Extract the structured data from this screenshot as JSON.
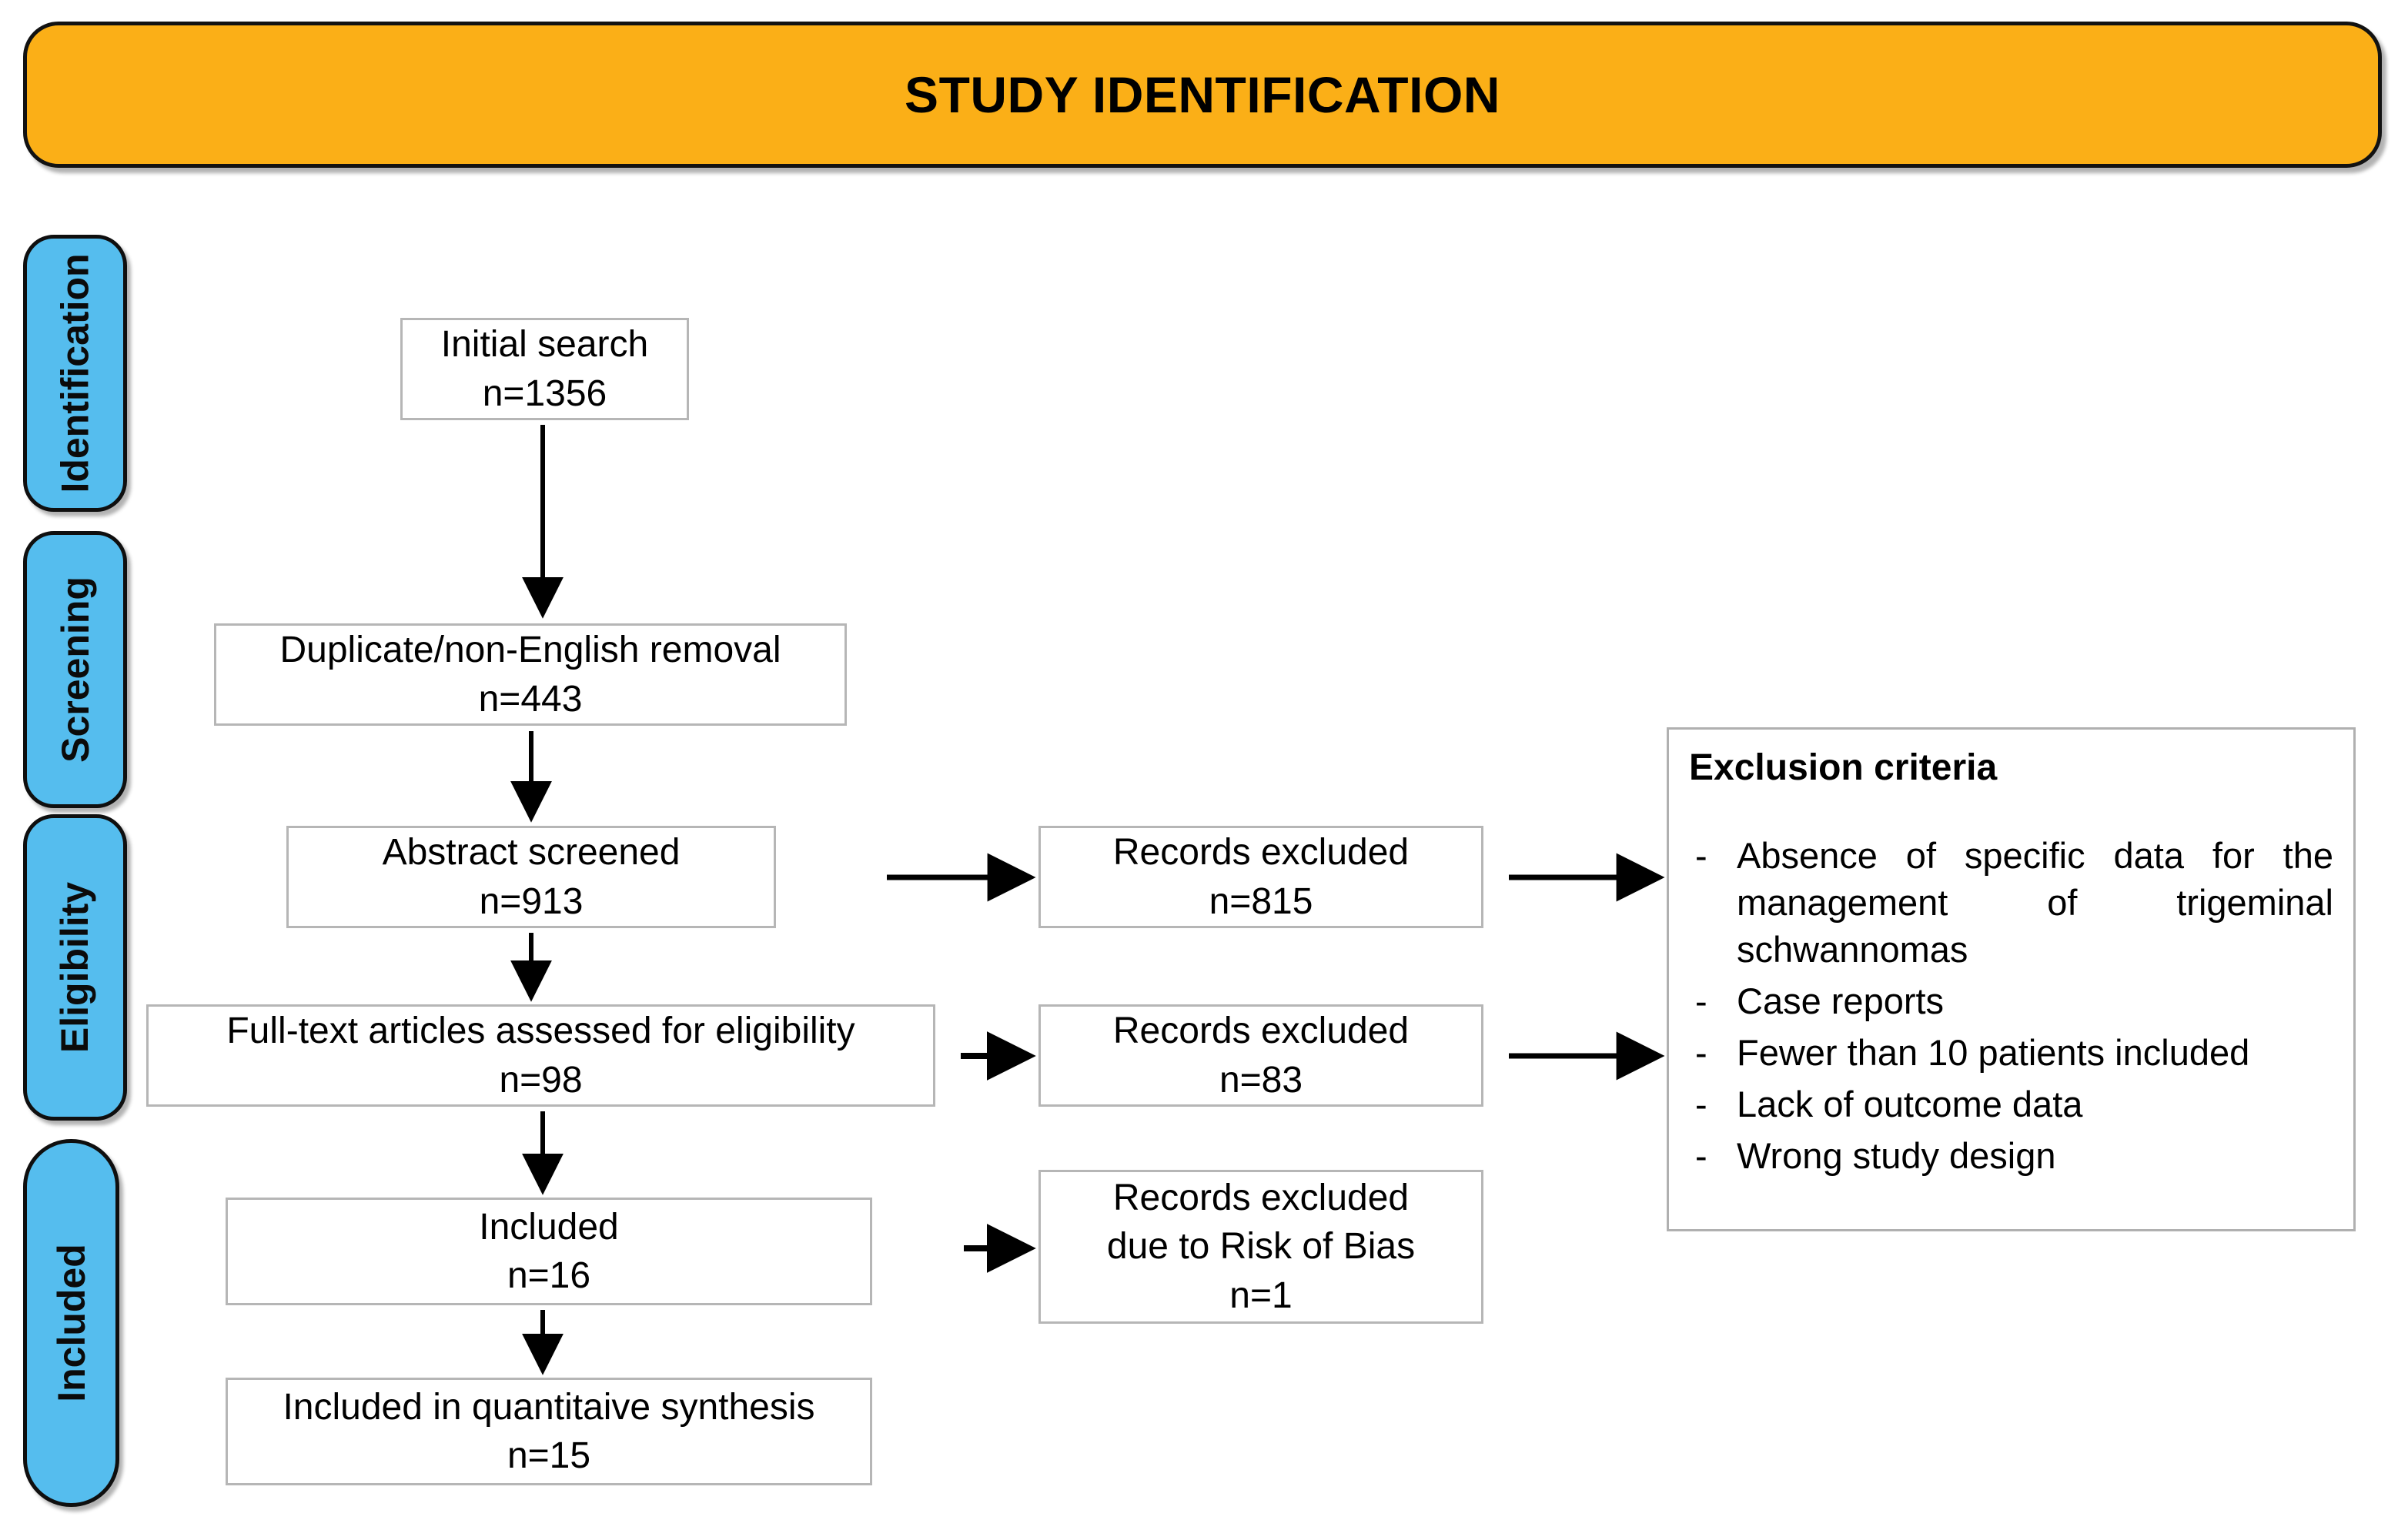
{
  "header": {
    "title": "STUDY IDENTIFICATION",
    "background_color": "#FBAF17",
    "text_color": "#000000"
  },
  "stages": [
    {
      "label": "Identification"
    },
    {
      "label": "Screening"
    },
    {
      "label": "Eligibility"
    },
    {
      "label": "Included"
    }
  ],
  "stage_color": "#55BDEE",
  "flow": {
    "initial_search": {
      "line1": "Initial search",
      "line2": "n=1356"
    },
    "duplicate_removal": {
      "line1": "Duplicate/non-English removal",
      "line2": "n=443"
    },
    "abstract_screened": {
      "line1": "Abstract screened",
      "line2": "n=913"
    },
    "fulltext_assessed": {
      "line1": "Full-text articles assessed for eligibility",
      "line2": "n=98"
    },
    "included": {
      "line1": "Included",
      "line2": "n=16"
    },
    "quantitative_synthesis": {
      "line1": "Included in quantitaive synthesis",
      "line2": "n=15"
    }
  },
  "excluded": {
    "abstract_stage": {
      "line1": "Records excluded",
      "line2": "n=815"
    },
    "fulltext_stage": {
      "line1": "Records excluded",
      "line2": "n=83"
    },
    "risk_of_bias": {
      "line1": "Records excluded",
      "line2": "due to Risk of Bias",
      "line3": "n=1"
    }
  },
  "criteria": {
    "title": "Exclusion criteria",
    "bullet_marker": "-",
    "items": [
      "Absence of specific data for the management of trigeminal schwannomas",
      "Case reports",
      "Fewer than 10 patients included",
      "Lack of outcome data",
      "Wrong study design"
    ]
  },
  "chart_data": {
    "type": "diagram",
    "title": "STUDY IDENTIFICATION",
    "diagram_kind": "PRISMA flow diagram",
    "stages": [
      "Identification",
      "Screening",
      "Eligibility",
      "Included"
    ],
    "nodes": [
      {
        "id": "initial_search",
        "stage": "Identification",
        "label": "Initial search",
        "n": 1356
      },
      {
        "id": "duplicate_removal",
        "stage": "Screening",
        "label": "Duplicate/non-English removal",
        "n": 443
      },
      {
        "id": "abstract_screened",
        "stage": "Eligibility",
        "label": "Abstract screened",
        "n": 913
      },
      {
        "id": "excluded_abstract",
        "stage": "Eligibility",
        "label": "Records excluded",
        "n": 815
      },
      {
        "id": "fulltext_assessed",
        "stage": "Eligibility",
        "label": "Full-text articles assessed for eligibility",
        "n": 98
      },
      {
        "id": "excluded_fulltext",
        "stage": "Eligibility",
        "label": "Records excluded",
        "n": 83
      },
      {
        "id": "included",
        "stage": "Included",
        "label": "Included",
        "n": 16
      },
      {
        "id": "excluded_rob",
        "stage": "Included",
        "label": "Records excluded due to Risk of Bias",
        "n": 1
      },
      {
        "id": "quantitative_synthesis",
        "stage": "Included",
        "label": "Included in quantitaive synthesis",
        "n": 15
      }
    ],
    "edges": [
      {
        "from": "initial_search",
        "to": "duplicate_removal"
      },
      {
        "from": "duplicate_removal",
        "to": "abstract_screened"
      },
      {
        "from": "abstract_screened",
        "to": "excluded_abstract"
      },
      {
        "from": "abstract_screened",
        "to": "fulltext_assessed"
      },
      {
        "from": "fulltext_assessed",
        "to": "excluded_fulltext"
      },
      {
        "from": "fulltext_assessed",
        "to": "included"
      },
      {
        "from": "included",
        "to": "excluded_rob"
      },
      {
        "from": "included",
        "to": "quantitative_synthesis"
      },
      {
        "from": "excluded_abstract",
        "to": "criteria_panel"
      },
      {
        "from": "excluded_fulltext",
        "to": "criteria_panel"
      }
    ],
    "exclusion_criteria": [
      "Absence of specific data for the management of trigeminal schwannomas",
      "Case reports",
      "Fewer than 10 patients included",
      "Lack of outcome data",
      "Wrong study design"
    ]
  }
}
